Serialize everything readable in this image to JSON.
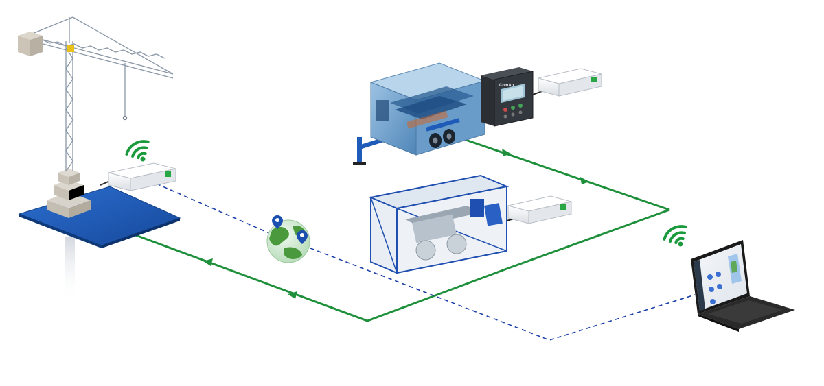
{
  "diagram": {
    "colors": {
      "power_line": "#1e8f3a",
      "data_line": "#1b3fa8",
      "wifi": "#1a9a3c",
      "gateway_badge": "#28a745",
      "crane": "#8a97a6",
      "platform": "#1f5bb8",
      "generator_body": "#7aa7cf",
      "skid_frame": "#1f4fb0",
      "globe_land": "#4a9a3d",
      "globe_sea": "#cfe7d0",
      "pin": "#1b4fb0",
      "laptop": "#222222"
    },
    "nodes": {
      "crane_site": {
        "icon": "tower-crane-icon"
      },
      "mobile_generator": {
        "icon": "generator-trailer-icon"
      },
      "controller": {
        "icon": "genset-controller-icon",
        "brand": "ComAp"
      },
      "gateway_crane": {
        "icon": "gateway-box-icon"
      },
      "gateway_generator": {
        "icon": "gateway-box-icon"
      },
      "gateway_skid": {
        "icon": "gateway-box-icon"
      },
      "container_skid": {
        "icon": "container-genset-icon"
      },
      "cloud_globe": {
        "icon": "globe-with-pins-icon"
      },
      "laptop": {
        "icon": "laptop-dashboard-icon"
      },
      "wifi_crane": {
        "icon": "wifi-icon"
      },
      "wifi_laptop": {
        "icon": "wifi-icon"
      }
    },
    "links": [
      {
        "id": "generator-to-right",
        "kind": "power"
      },
      {
        "id": "skid-to-right",
        "kind": "power"
      },
      {
        "id": "right-to-platform",
        "kind": "power"
      },
      {
        "id": "crane-gateway-to-globe",
        "kind": "data"
      },
      {
        "id": "globe-to-laptop",
        "kind": "data"
      }
    ]
  }
}
